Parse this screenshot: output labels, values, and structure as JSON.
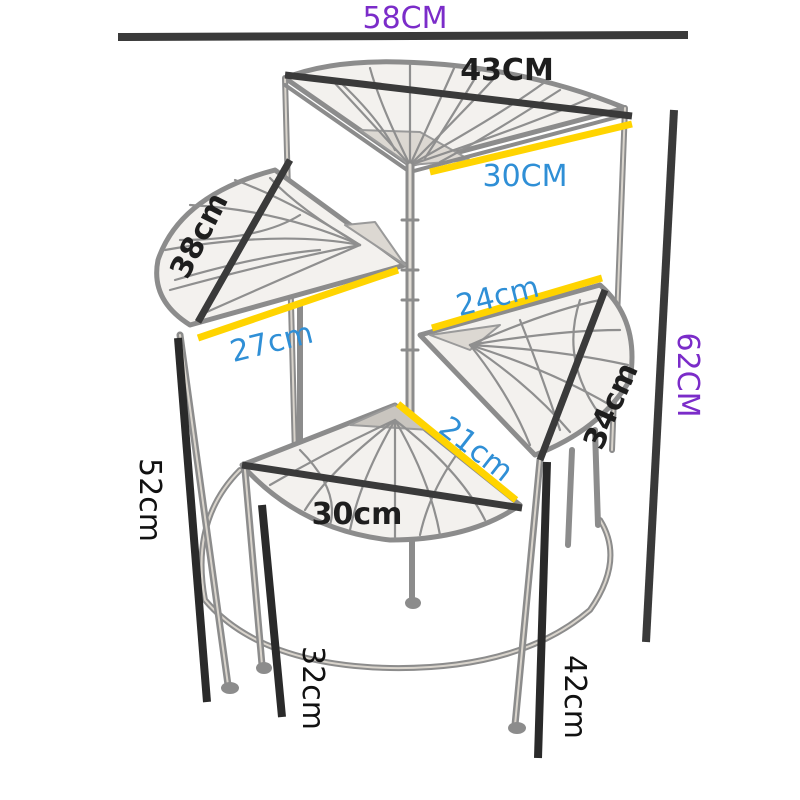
{
  "colors": {
    "metal": "#8c8c8c",
    "metal_light": "#d9d4cc",
    "dark_line": "#3a3a3a",
    "yellow": "#ffd400",
    "purple": "#7b2cc9",
    "blue": "#2f8fd6"
  },
  "labels": {
    "total_width": "58CM",
    "top_shelf_long": "43CM",
    "top_shelf_short": "30CM",
    "mid_left_long": "38cm",
    "mid_left_short": "27cm",
    "mid_right_short": "24cm",
    "mid_right_long": "34cm",
    "bottom_short": "21cm",
    "bottom_long": "30cm",
    "total_height": "62CM",
    "left_leg_height": "52cm",
    "bottom_leg_height": "32cm",
    "right_leg_height": "42cm"
  }
}
